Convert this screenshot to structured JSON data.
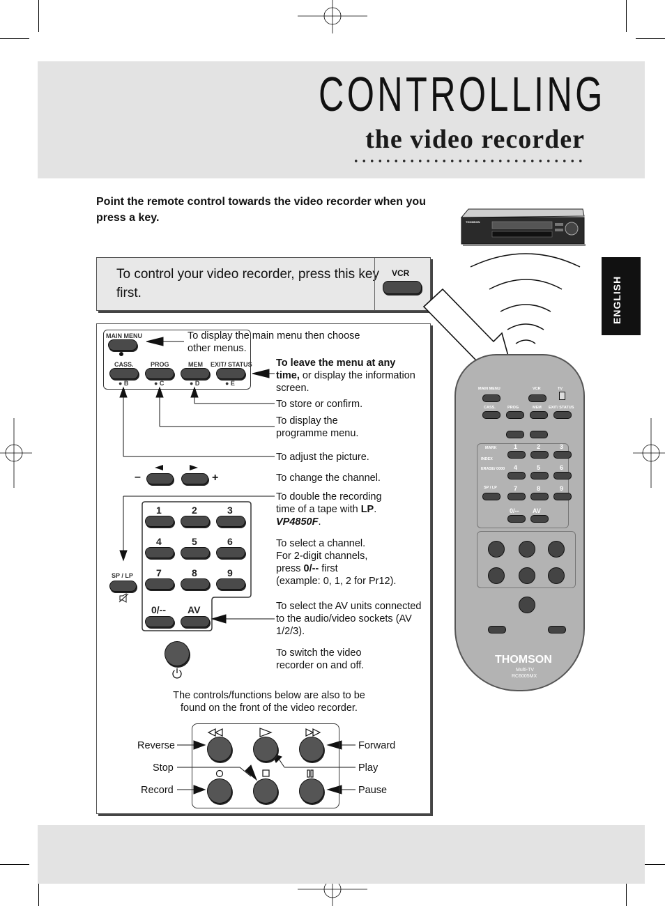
{
  "header": {
    "title": "CONTROLLING",
    "subtitle": "the video recorder"
  },
  "intro": "Point the remote control towards the video recorder when you press a key.",
  "vcr_box": {
    "text": "To control your video recorder, press this key first.",
    "key_label": "VCR"
  },
  "side_tab": "ENGLISH",
  "keys": {
    "main_menu": "MAIN MENU",
    "cass": "CASS.",
    "prog": "PROG",
    "mem": "MEM",
    "exit_status": "EXIT/ STATUS",
    "b": "● B",
    "c": "● C",
    "d": "● D",
    "e": "● E",
    "minus": "–",
    "plus": "+",
    "sp_lp": "SP / LP",
    "digits": [
      "1",
      "2",
      "3",
      "4",
      "5",
      "6",
      "7",
      "8",
      "9"
    ],
    "zero": "0/--",
    "av": "AV"
  },
  "descriptions": {
    "main_menu": "To display the main menu then choose other menus.",
    "exit_bold": "To leave the menu at any time,",
    "exit_rest": " or display the information screen.",
    "store": "To store or confirm.",
    "programme": "To display the programme menu.",
    "picture": "To adjust the picture.",
    "channel": "To change the channel.",
    "lp_1": "To double the recording time of a tape with ",
    "lp_bold": "LP",
    "lp_2": ".",
    "lp_model": "VP4850F",
    "select_1": "To select a channel.",
    "select_2": "For 2-digit channels,",
    "select_3a": "press ",
    "select_3b": "0/--",
    "select_3c": " first",
    "select_4": "(example: 0, 1, 2 for Pr12).",
    "av": "To select the AV units connected to the audio/video sockets (AV 1/2/3).",
    "power": "To switch the video recorder on and off.",
    "front": "The controls/functions below are also to be found on the front of the video recorder."
  },
  "transport": {
    "reverse": "Reverse",
    "stop": "Stop",
    "record": "Record",
    "forward": "Forward",
    "play": "Play",
    "pause": "Pause"
  },
  "remote": {
    "brand": "THOMSON",
    "line1": "Multi-TV",
    "model": "RC6005MX",
    "vcr": "VCR",
    "tv": "TV",
    "main": "MAIN MENU",
    "cass": "CASS.",
    "prog": "PROG",
    "mem": "MEM",
    "exit": "EXIT/ STATUS",
    "mark": "MARK",
    "index": "INDEX",
    "erase": "ERASE/ 0000",
    "splp": "SP / LP",
    "zero": "0/--",
    "av": "AV"
  },
  "vcr_device": {
    "brand": "THOMSON"
  }
}
